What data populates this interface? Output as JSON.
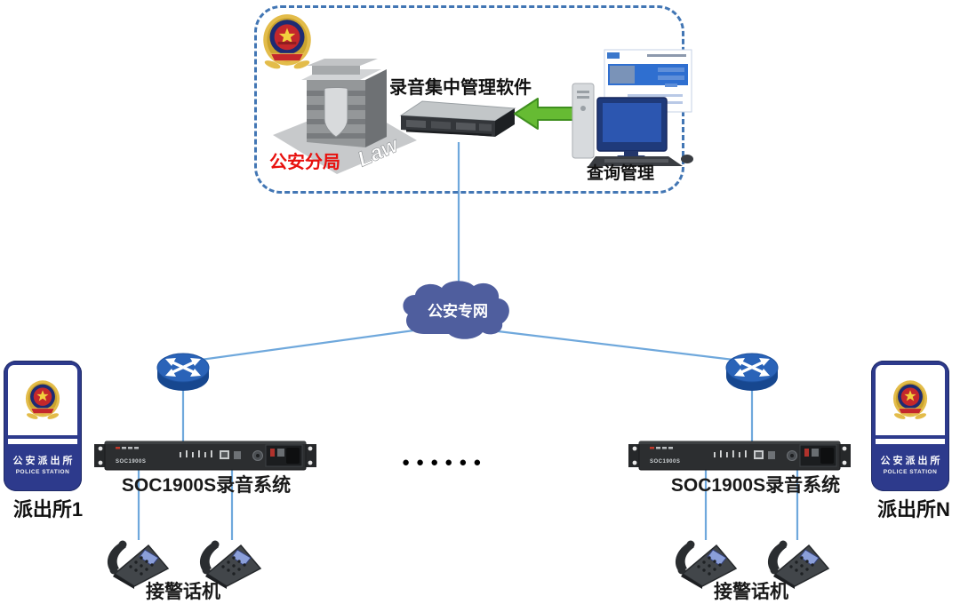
{
  "bureau": {
    "name": "公安分局",
    "software_label": "录音集中管理软件",
    "law_text": "Law",
    "query_label": "查询管理"
  },
  "cloud": {
    "label": "公安专网"
  },
  "ellipsis": "●●●●●●",
  "stations": [
    {
      "name": "派出所1",
      "sign": {
        "cn": "公安派出所",
        "en": "POLICE STATION"
      },
      "recorder_label": "SOC1900S录音系统",
      "recorder_model": "SOC1900S",
      "phones_label": "接警话机"
    },
    {
      "name": "派出所N",
      "sign": {
        "cn": "公安派出所",
        "en": "POLICE STATION"
      },
      "recorder_label": "SOC1900S录音系统",
      "recorder_model": "SOC1900S",
      "phones_label": "接警话机"
    }
  ],
  "colors": {
    "connector_blue": "#6fa8dc",
    "boundary_dash_blue": "#4276b4",
    "cloud_indigo": "#4f5e9e",
    "router_blue": "#2a63b8",
    "router_dark_blue": "#17478f",
    "arrow_green": "#66bb33",
    "sign_navy": "#2d3a8c",
    "bureau_red": "#e8110e"
  }
}
